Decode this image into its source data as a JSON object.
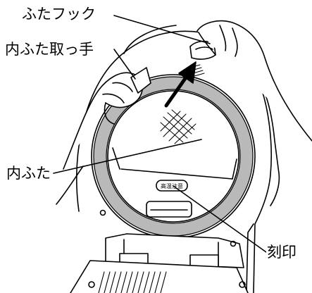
{
  "labels": {
    "lid_hook": "ふたフック",
    "inner_lid_handle": "内ふた取っ手",
    "inner_lid": "内ふた",
    "engraving": "刻印"
  },
  "badge": {
    "text": "高温注意"
  },
  "colors": {
    "line": "#000000",
    "gasket_ring": "#b9b9b9",
    "background": "#ffffff"
  }
}
